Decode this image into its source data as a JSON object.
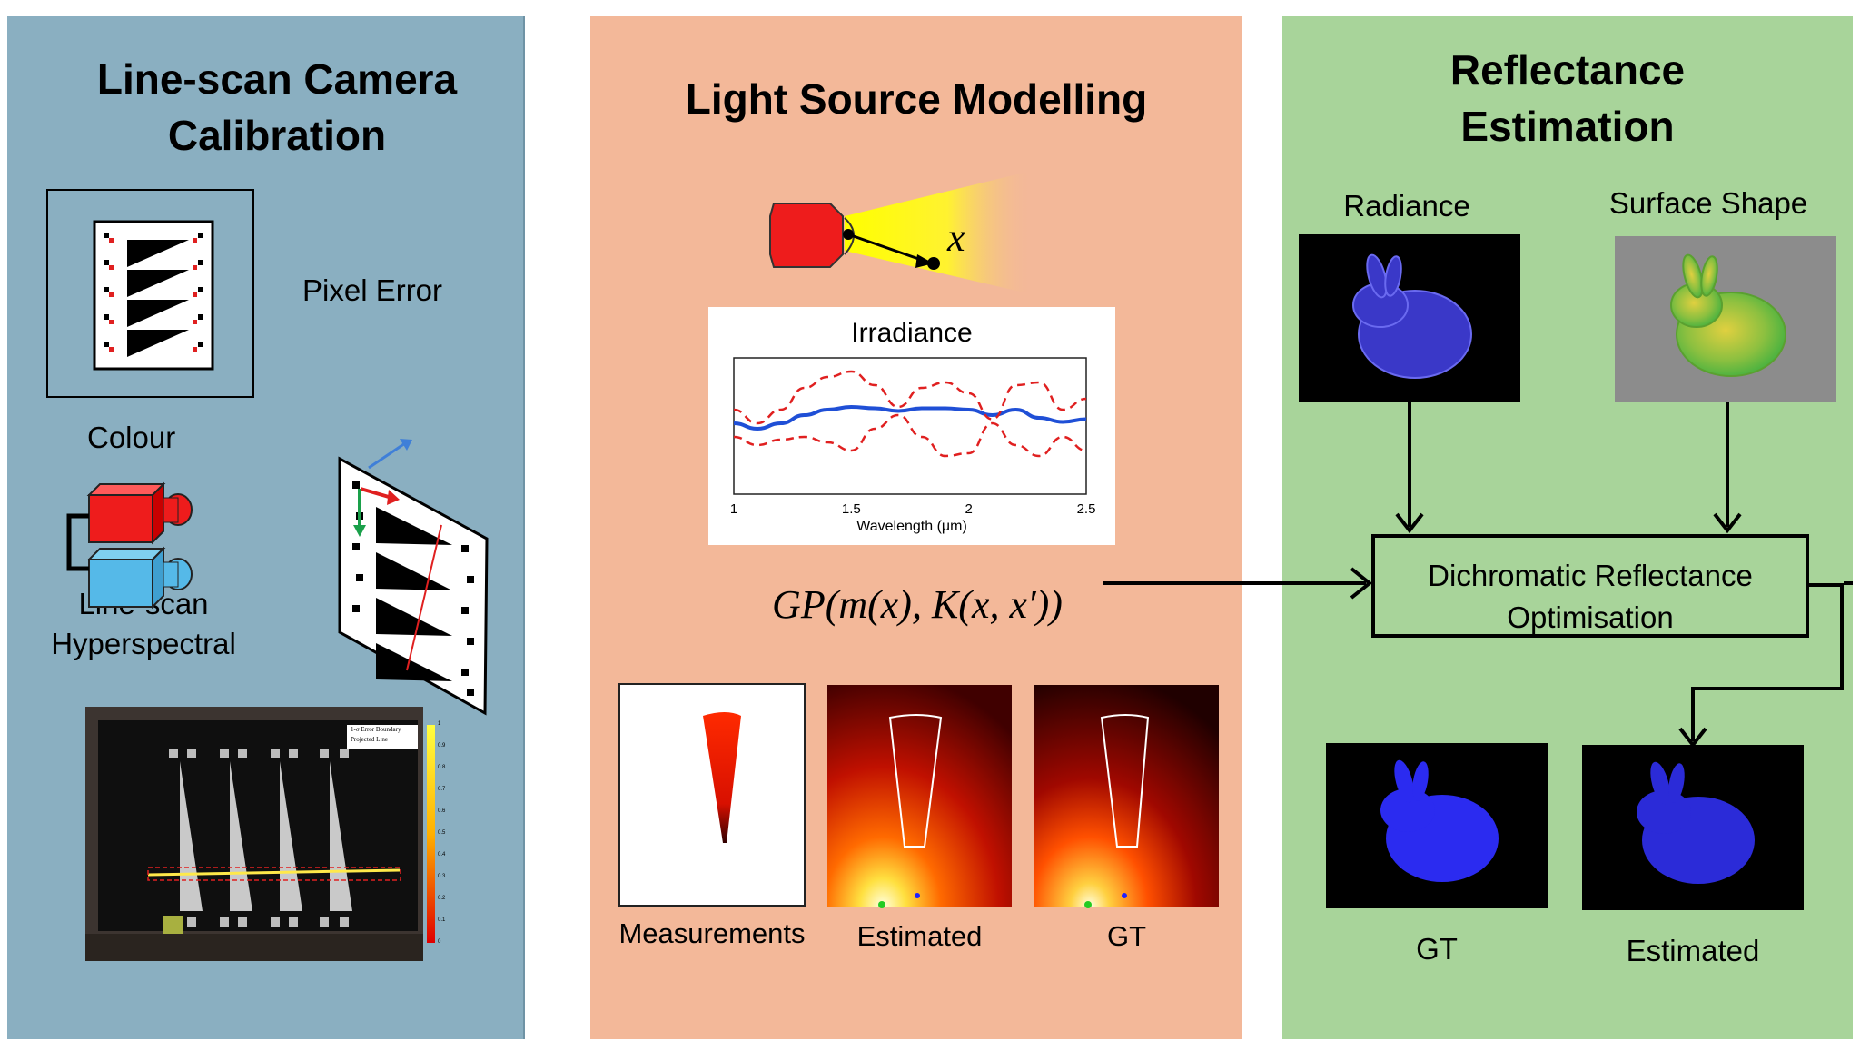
{
  "panels": {
    "calibration": {
      "title_line1": "Line-scan Camera",
      "title_line2": "Calibration",
      "pixel_error": "Pixel Error",
      "colour": "Colour",
      "linescan_line1": "Line-scan",
      "linescan_line2": "Hyperspectral",
      "photo_legend_1": "1-σ Error Boundary",
      "photo_legend_2": "Projected Line",
      "colorbar_ticks": [
        "1",
        "0.9",
        "0.8",
        "0.7",
        "0.6",
        "0.5",
        "0.4",
        "0.3",
        "0.2",
        "0.1",
        "0"
      ]
    },
    "light_source": {
      "title": "Light Source Modelling",
      "point_symbol": "x",
      "gp_formula": "GP(m(x), K(x, x′))",
      "thumbnails": [
        "Measurements",
        "Estimated",
        "GT"
      ]
    },
    "reflectance": {
      "title_line1": "Reflectance",
      "title_line2": "Estimation",
      "radiance": "Radiance",
      "surface_shape": "Surface Shape",
      "optim_line1": "Dichromatic Reflectance",
      "optim_line2": "Optimisation",
      "gt": "GT",
      "estimated": "Estimated"
    }
  },
  "chart_data": {
    "type": "line",
    "title": "Irradiance",
    "xlabel": "Wavelength (μm)",
    "ylabel": "",
    "xlim": [
      1,
      2.5
    ],
    "ylim": [
      0,
      1
    ],
    "x_ticks": [
      "1",
      "1.5",
      "2",
      "2.5"
    ],
    "x": [
      1.0,
      1.1,
      1.2,
      1.3,
      1.4,
      1.5,
      1.6,
      1.7,
      1.8,
      1.9,
      2.0,
      2.1,
      2.2,
      2.3,
      2.4,
      2.5
    ],
    "series": [
      {
        "values": [
          0.52,
          0.48,
          0.52,
          0.58,
          0.62,
          0.64,
          0.63,
          0.61,
          0.63,
          0.63,
          0.62,
          0.58,
          0.62,
          0.56,
          0.53,
          0.55
        ],
        "color": "#1f4fd6",
        "style": "solid"
      },
      {
        "values": [
          0.62,
          0.52,
          0.62,
          0.78,
          0.86,
          0.9,
          0.8,
          0.64,
          0.78,
          0.82,
          0.74,
          0.55,
          0.8,
          0.82,
          0.62,
          0.7
        ],
        "color": "#e02020",
        "style": "dashed"
      },
      {
        "values": [
          0.42,
          0.36,
          0.4,
          0.42,
          0.38,
          0.32,
          0.48,
          0.58,
          0.42,
          0.28,
          0.3,
          0.52,
          0.36,
          0.28,
          0.42,
          0.32
        ],
        "color": "#e02020",
        "style": "dashed"
      }
    ],
    "grid": false
  },
  "colors": {
    "panel_calibration": "#8aafc1",
    "panel_light": "#f3b899",
    "panel_reflectance": "#a8d49a",
    "bunny_blue": "#2b2bd8"
  }
}
